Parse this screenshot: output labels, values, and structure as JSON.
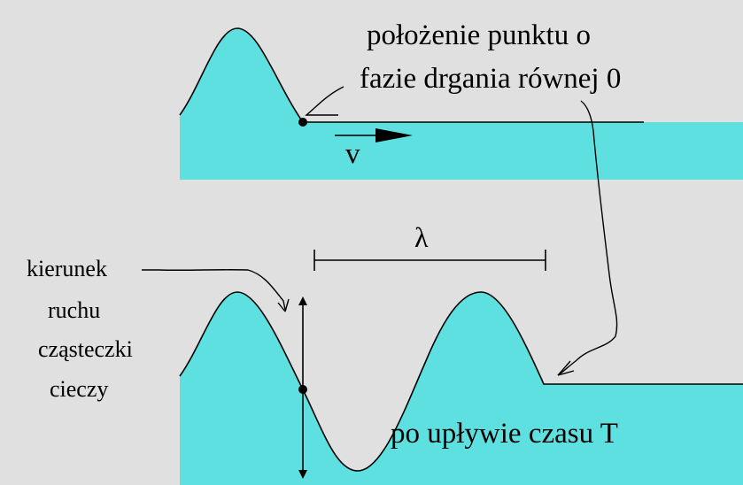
{
  "colors": {
    "background": "#e0e0e0",
    "water": "#5fe0e0",
    "ink": "#000000"
  },
  "labels": {
    "point_phase_line1": "położenie punktu o",
    "point_phase_line2": "fazie drgania równej 0",
    "velocity": "v",
    "wavelength": "λ",
    "direction_line1": "kierunek",
    "direction_line2": "ruchu",
    "direction_line3": "cząsteczki",
    "direction_line4": "cieczy",
    "after_time": "po upływie czasu T"
  }
}
